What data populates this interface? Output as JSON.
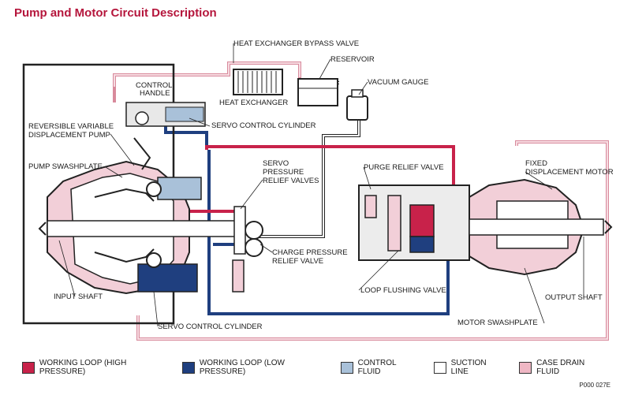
{
  "title": "Pump and Motor Circuit Description",
  "labels": {
    "heat_exchanger_bypass_valve": "HEAT EXCHANGER BYPASS VALVE",
    "reservoir": "RESERVOIR",
    "vacuum_gauge": "VACUUM GAUGE",
    "heat_exchanger": "HEAT EXCHANGER",
    "control_handle_1": "CONTROL",
    "control_handle_2": "HANDLE",
    "servo_control_cylinder_top": "SERVO CONTROL CYLINDER",
    "reversible_pump_1": "REVERSIBLE VARIABLE",
    "reversible_pump_2": "DISPLACEMENT PUMP",
    "pump_swashplate": "PUMP SWASHPLATE",
    "servo_relief_1": "SERVO",
    "servo_relief_2": "PRESSURE",
    "servo_relief_3": "RELIEF VALVES",
    "purge_relief_valve": "PURGE RELIEF VALVE",
    "fixed_motor_1": "FIXED",
    "fixed_motor_2": "DISPLACEMENT MOTOR",
    "charge_relief_1": "CHARGE PRESSURE",
    "charge_relief_2": "RELIEF VALVE",
    "loop_flushing_valve": "LOOP FLUSHING VALVE",
    "input_shaft": "INPUT SHAFT",
    "output_shaft": "OUTPUT SHAFT",
    "servo_control_cylinder_bottom": "SERVO CONTROL CYLINDER",
    "motor_swashplate": "MOTOR SWASHPLATE"
  },
  "legend": [
    {
      "label": "WORKING LOOP (HIGH PRESSURE)",
      "color": "#c8224a"
    },
    {
      "label": "WORKING LOOP (LOW PRESSURE)",
      "color": "#1f3f7f"
    },
    {
      "label": "CONTROL FLUID",
      "color": "#a9c1d9"
    },
    {
      "label": "SUCTION LINE",
      "color": "#ffffff"
    },
    {
      "label": "CASE DRAIN FLUID",
      "color": "#efb7c4"
    }
  ],
  "code": "P000 027E"
}
